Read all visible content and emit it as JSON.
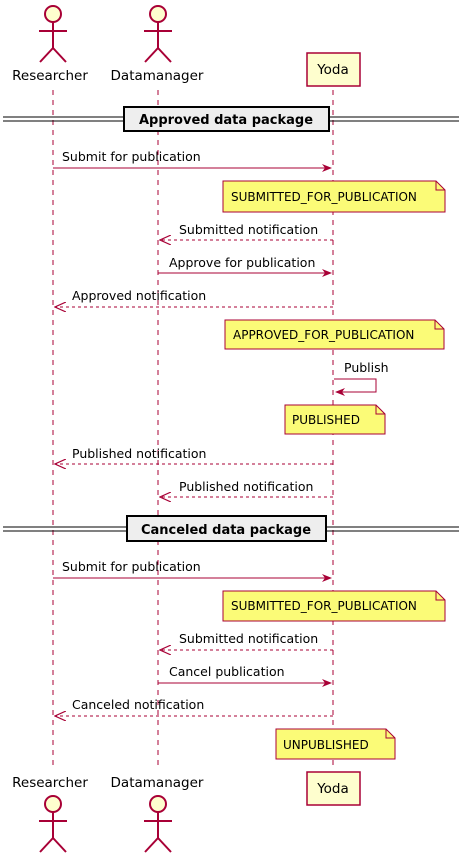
{
  "participants": {
    "researcher": "Researcher",
    "datamanager": "Datamanager",
    "yoda": "Yoda"
  },
  "groups": {
    "approved": "Approved data package",
    "canceled": "Canceled data package"
  },
  "messages": {
    "m1": "Submit for publication",
    "m2": "Submitted notification",
    "m3": "Approve for publication",
    "m4": "Approved notification",
    "m5": "Publish",
    "m6": "Published notification",
    "m7": "Published notification",
    "m8": "Submit for publication",
    "m9": "Submitted notification",
    "m10": "Cancel publication",
    "m11": "Canceled notification"
  },
  "notes": {
    "n1": "SUBMITTED_FOR_PUBLICATION",
    "n2": "APPROVED_FOR_PUBLICATION",
    "n3": "PUBLISHED",
    "n4": "SUBMITTED_FOR_PUBLICATION",
    "n5": "UNPUBLISHED"
  },
  "colors": {
    "line": "#A80036",
    "actor_fill": "#FEFECE",
    "note_fill": "#FBFB77",
    "group_fill": "#EEEEEE"
  }
}
